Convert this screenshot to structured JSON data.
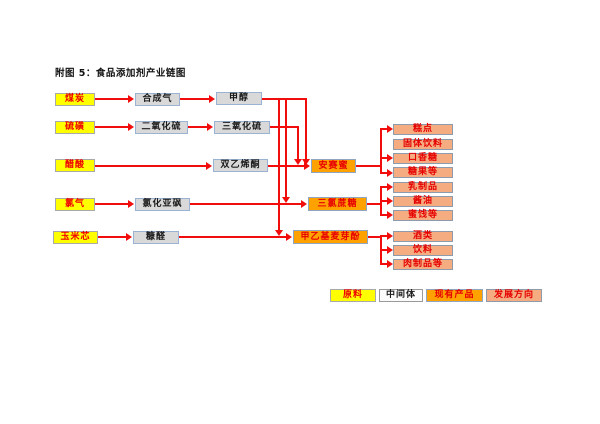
{
  "title": "附图 5：食品添加剂产业链图",
  "colors": {
    "raw_material": "#ffff00",
    "intermediate": "#d9d9d9",
    "existing_product": "#ffa200",
    "development_direction": "#f4ac80",
    "connector_red": "#f20d0d",
    "background": "#ffffff"
  },
  "nodes": {
    "coal": {
      "label": "煤炭",
      "type": "raw_material"
    },
    "syngas": {
      "label": "合成气",
      "type": "intermediate"
    },
    "methanol": {
      "label": "甲醇",
      "type": "intermediate"
    },
    "sulfur": {
      "label": "硫磺",
      "type": "raw_material"
    },
    "sulfur_dioxide": {
      "label": "二氧化硫",
      "type": "intermediate"
    },
    "sulfur_trioxide": {
      "label": "三氧化硫",
      "type": "intermediate"
    },
    "acetic_acid": {
      "label": "醋酸",
      "type": "raw_material"
    },
    "diketene": {
      "label": "双乙烯酮",
      "type": "intermediate"
    },
    "acesulfame": {
      "label": "安赛蜜",
      "type": "existing_product"
    },
    "chlorine": {
      "label": "氯气",
      "type": "raw_material"
    },
    "thionyl_chloride": {
      "label": "氯化亚砜",
      "type": "intermediate"
    },
    "sucralose": {
      "label": "三氯蔗糖",
      "type": "existing_product"
    },
    "corn_cob": {
      "label": "玉米芯",
      "type": "raw_material"
    },
    "furfural": {
      "label": "糠醛",
      "type": "intermediate"
    },
    "methyl_ethyl_maltol": {
      "label": "甲乙基麦芽酚",
      "type": "existing_product"
    },
    "pastry": {
      "label": "糕点",
      "type": "development_direction"
    },
    "solid_beverage": {
      "label": "固体饮料",
      "type": "development_direction"
    },
    "chewing_gum": {
      "label": "口香糖",
      "type": "development_direction"
    },
    "candy": {
      "label": "糖果等",
      "type": "development_direction"
    },
    "dairy": {
      "label": "乳制品",
      "type": "development_direction"
    },
    "soy_sauce": {
      "label": "酱油",
      "type": "development_direction"
    },
    "preserved_fruit": {
      "label": "蜜饯等",
      "type": "development_direction"
    },
    "liquor": {
      "label": "酒类",
      "type": "development_direction"
    },
    "beverage": {
      "label": "饮料",
      "type": "development_direction"
    },
    "meat_products": {
      "label": "肉制品等",
      "type": "development_direction"
    }
  },
  "connections": [
    {
      "from": "煤炭",
      "to": "合成气"
    },
    {
      "from": "合成气",
      "to": "甲醇"
    },
    {
      "from": "硫磺",
      "to": "二氧化硫"
    },
    {
      "from": "二氧化硫",
      "to": "三氧化硫"
    },
    {
      "from": "醋酸",
      "to": "双乙烯酮"
    },
    {
      "from": "氯气",
      "to": "氯化亚砜"
    },
    {
      "from": "玉米芯",
      "to": "糠醛"
    },
    {
      "from": "甲醇",
      "to": "安赛蜜"
    },
    {
      "from": "甲醇",
      "to": "三氯蔗糖"
    },
    {
      "from": "甲醇",
      "to": "甲乙基麦芽酚"
    },
    {
      "from": "三氧化硫",
      "to": "安赛蜜"
    },
    {
      "from": "双乙烯酮",
      "to": "安赛蜜"
    },
    {
      "from": "氯化亚砜",
      "to": "三氯蔗糖"
    },
    {
      "from": "糠醛",
      "to": "甲乙基麦芽酚"
    },
    {
      "from": "安赛蜜",
      "to": "糕点"
    },
    {
      "from": "安赛蜜",
      "to": "口香糖"
    },
    {
      "from": "安赛蜜",
      "to": "糖果等"
    },
    {
      "from": "三氯蔗糖",
      "to": "乳制品"
    },
    {
      "from": "三氯蔗糖",
      "to": "酱油"
    },
    {
      "from": "三氯蔗糖",
      "to": "蜜饯等"
    },
    {
      "from": "甲乙基麦芽酚",
      "to": "酒类"
    },
    {
      "from": "甲乙基麦芽酚",
      "to": "饮料"
    },
    {
      "from": "甲乙基麦芽酚",
      "to": "肉制品等"
    }
  ],
  "legend": {
    "items": [
      {
        "label": "原料",
        "color": "#ffff00"
      },
      {
        "label": "中间体",
        "color": "#fbfbfb"
      },
      {
        "label": "现有产品",
        "color": "#ffa200"
      },
      {
        "label": "发展方向",
        "color": "#f4ac80"
      }
    ]
  }
}
